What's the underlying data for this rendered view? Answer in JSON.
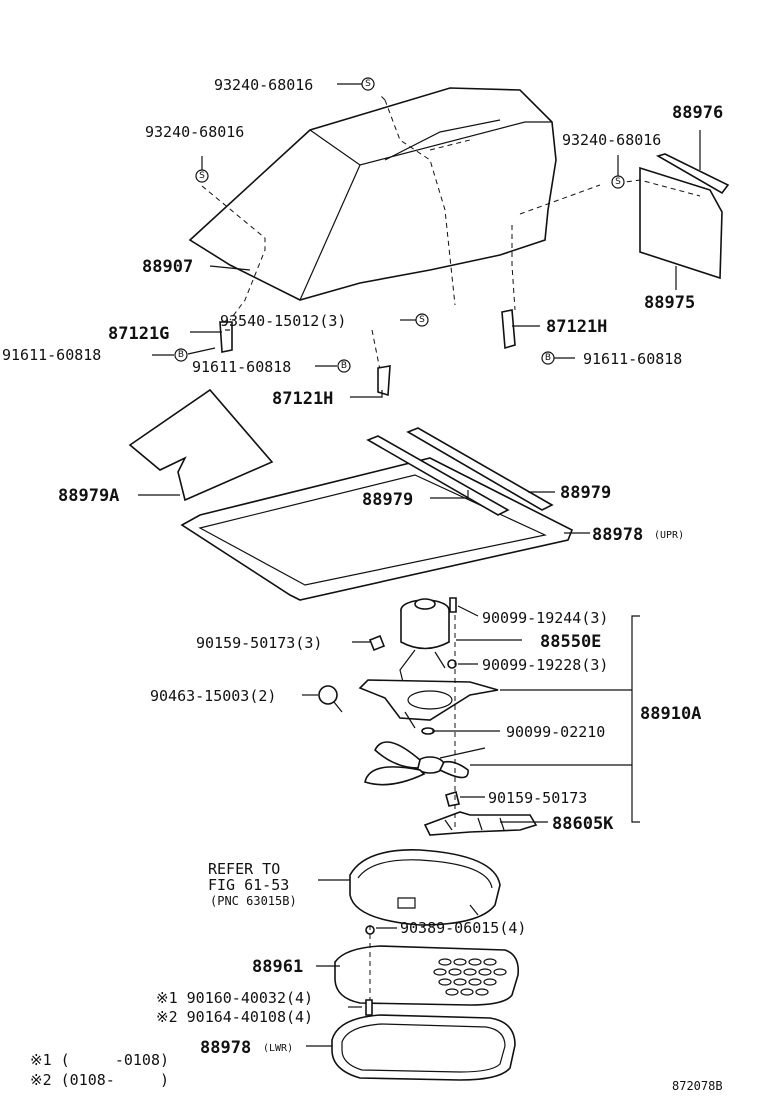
{
  "symbols": {
    "s": "S",
    "b": "B"
  },
  "labels": {
    "p93240_top": "93240-68016",
    "p93240_left": "93240-68016",
    "p93240_right": "93240-68016",
    "p88976": "88976",
    "p88907": "88907",
    "p88975": "88975",
    "p93540": "93540-15012(3)",
    "p87121g": "87121G",
    "p91611_a": "91611-60818",
    "p91611_b": "91611-60818",
    "p87121h_a": "87121H",
    "p91611_c": "91611-60818",
    "p87121h_b": "87121H",
    "p88979a": "88979A",
    "p88979_a": "88979",
    "p88979_b": "88979",
    "p88978u": "88978",
    "p88978u_note": "(UPR)",
    "p90099_19244": "90099-19244(3)",
    "p90159_a": "90159-50173(3)",
    "p88550e": "88550E",
    "p90099_19228": "90099-19228(3)",
    "p90463": "90463-15003(2)",
    "p88910a": "88910A",
    "p90099_02210": "90099-02210",
    "p90159_b": "90159-50173",
    "p88605k": "88605K",
    "refer1": "REFER TO",
    "refer2": "FIG 61-53",
    "refer3": "(PNC 63015B)",
    "p90389": "90389-06015(4)",
    "p88961": "88961",
    "p90160": "※1 90160-40032(4)",
    "p90164": "※2 90164-40108(4)",
    "p88978l": "88978",
    "p88978l_note": "(LWR)",
    "note1": "※1 (     -0108)",
    "note2": "※2 (0108-     )",
    "fig_id": "872078B"
  }
}
